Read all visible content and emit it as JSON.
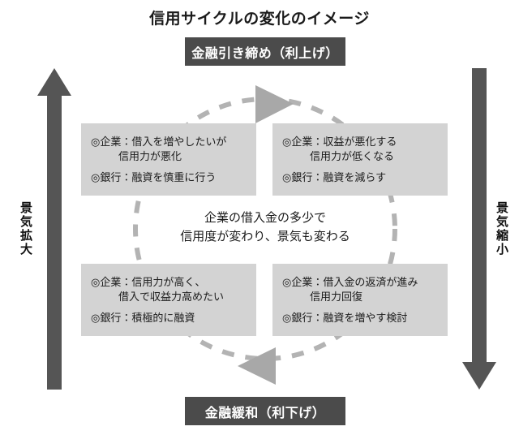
{
  "title": "信用サイクルの変化のイメージ",
  "policy_bars": {
    "top": "金融引き締め（利上げ）",
    "bottom": "金融緩和（利下げ）"
  },
  "economy_arrows": {
    "left": {
      "label": "景気拡大",
      "direction": "up"
    },
    "right": {
      "label": "景気縮小",
      "direction": "down"
    }
  },
  "center_caption": {
    "line1": "企業の借入金の多少で",
    "line2": "信用度が変わり、景気も変わる"
  },
  "quadrants": {
    "top_left": {
      "corp_line1": "◎企業：借入を増やしたいが",
      "corp_line2": "信用力が悪化",
      "bank_line": "◎銀行：融資を慎重に行う"
    },
    "top_right": {
      "corp_line1": "◎企業：収益が悪化する",
      "corp_line2": "信用力が低くなる",
      "bank_line": "◎銀行：融資を減らす"
    },
    "bottom_left": {
      "corp_line1": "◎企業：信用力が高く、",
      "corp_line2": "借入で収益力高めたい",
      "bank_line": "◎銀行：積極的に融資"
    },
    "bottom_right": {
      "corp_line1": "◎企業：借入金の返済が進み",
      "corp_line2": "信用力回復",
      "bank_line": "◎銀行：融資を増やす検討"
    }
  },
  "cycle": {
    "direction": "clockwise",
    "top_arrow": "arrow-right",
    "bottom_arrow": "arrow-left"
  },
  "colors": {
    "policy_bar_bg": "#4b4b4b",
    "policy_bar_text": "#ffffff",
    "quad_box_bg": "#d3d3d3",
    "cycle_dash": "#b3b3b3",
    "econ_arrow": "#555555",
    "text": "#1b1b1b",
    "page_bg": "#ffffff"
  }
}
